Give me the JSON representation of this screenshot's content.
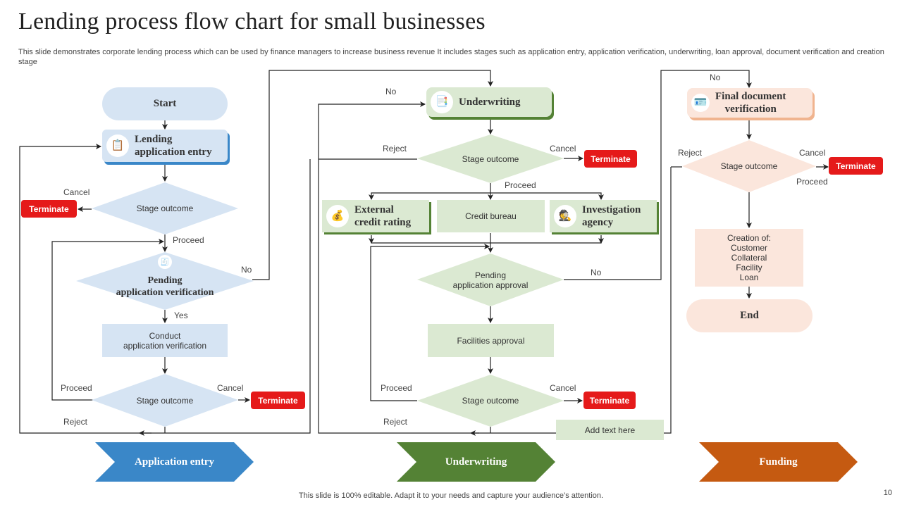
{
  "header": {
    "title": "Lending process flow chart for small businesses",
    "subtitle": "This slide demonstrates corporate lending process which can be used by finance managers to increase business revenue It includes stages such as application entry, application verification, underwriting, loan approval, document verification and creation stage"
  },
  "colors": {
    "blue_fill": "#d6e4f3",
    "blue_accent": "#3a87c8",
    "green_fill": "#dbe9d2",
    "green_accent": "#548235",
    "orange_fill": "#fbe6dc",
    "orange_accent": "#c55a11",
    "terminate": "#e51a1a"
  },
  "application_entry": {
    "start": "Start",
    "lending_entry": {
      "line1": "Lending",
      "line2": "application entry",
      "icon": "clipboard-check-icon"
    },
    "outcome1": "Stage outcome",
    "cancel1": "Cancel",
    "terminate1": "Terminate",
    "proceed1": "Proceed",
    "pending": {
      "line1": "Pending",
      "line2": "application verification",
      "icon": "document-check-icon"
    },
    "no1": "No",
    "yes": "Yes",
    "conduct": {
      "line1": "Conduct",
      "line2": "application verification"
    },
    "outcome2": "Stage outcome",
    "proceed2": "Proceed",
    "cancel2": "Cancel",
    "terminate2": "Terminate",
    "reject": "Reject"
  },
  "underwriting": {
    "no": "No",
    "card": {
      "label": "Underwriting",
      "icon": "document-stack-icon"
    },
    "outcome1": "Stage outcome",
    "reject1": "Reject",
    "cancel1": "Cancel",
    "terminate1": "Terminate",
    "proceed1": "Proceed",
    "external": {
      "line1": "External",
      "line2": "credit rating",
      "icon": "money-bag-icon"
    },
    "bureau": "Credit bureau",
    "investigation": {
      "line1": "Investigation",
      "line2": "agency",
      "icon": "detective-icon"
    },
    "pending": {
      "line1": "Pending",
      "line2": "application approval"
    },
    "no2": "No",
    "facilities": "Facilities approval",
    "outcome2": "Stage outcome",
    "proceed2": "Proceed",
    "cancel2": "Cancel",
    "terminate2": "Terminate",
    "reject2": "Reject",
    "add_text": "Add text here"
  },
  "funding": {
    "no": "No",
    "card": {
      "line1": "Final document",
      "line2": "verification",
      "icon": "passport-icon"
    },
    "outcome": "Stage outcome",
    "reject": "Reject",
    "cancel": "Cancel",
    "terminate": "Terminate",
    "proceed": "Proceed",
    "creation": {
      "line1": "Creation of:",
      "line2": "Customer",
      "line3": "Collateral",
      "line4": "Facility",
      "line5": "Loan"
    },
    "end": "End"
  },
  "stages": [
    {
      "label": "Application entry",
      "color": "#3a87c8"
    },
    {
      "label": "Underwriting",
      "color": "#548235"
    },
    {
      "label": "Funding",
      "color": "#c55a11"
    }
  ],
  "footer": {
    "note": "This slide is 100% editable. Adapt it to your needs and capture your audience’s attention.",
    "page": "10"
  }
}
